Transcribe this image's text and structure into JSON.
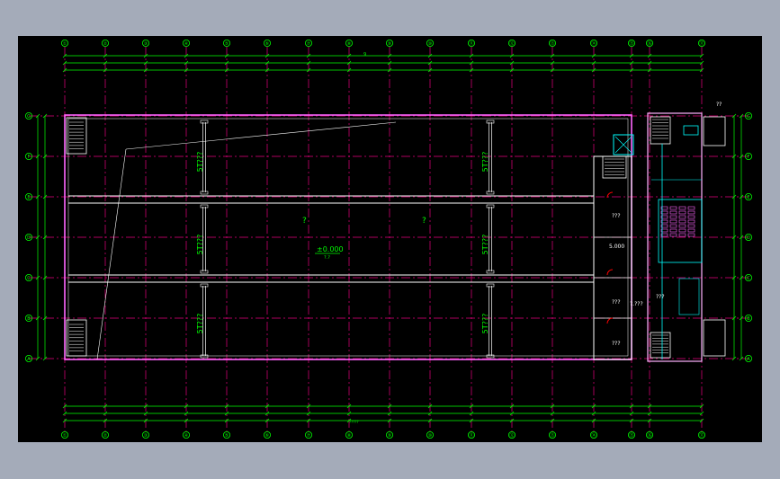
{
  "window": {
    "background": "#a4abb9",
    "canvas": "#000000"
  },
  "drawing": {
    "top_axis_labels": [
      "①",
      "②",
      "③",
      "④",
      "⑤",
      "⑥",
      "⑦",
      "⑧",
      "⑨",
      "⑩",
      "⑪",
      "⑫",
      "⑬",
      "⑭",
      "⑮",
      "⑯",
      "⑰"
    ],
    "left_axis_labels": [
      "G",
      "F",
      "E",
      "D",
      "C",
      "B",
      "A"
    ],
    "top_overall_dim": "9",
    "bottom_overall_dim": "?????",
    "crane_labels": [
      "5T???",
      "5T???",
      "5T???",
      "5T???",
      "5T???",
      "5T???"
    ],
    "room_marks": [
      "?",
      "?"
    ],
    "elevation": "±0.000",
    "elevation_sub": "?.?",
    "room_labels": [
      "???",
      "???",
      "???",
      "???"
    ],
    "side_elevation": "5.000",
    "side_elevation_2": "?.???",
    "corner_label": "??",
    "colors": {
      "axis": "#ff00ff",
      "grid": "#e6007e",
      "wall": "#ff66ff",
      "dim": "#00ff00",
      "structure": "#ffffff",
      "cyan": "#00ffff",
      "door": "#ff0000"
    }
  }
}
